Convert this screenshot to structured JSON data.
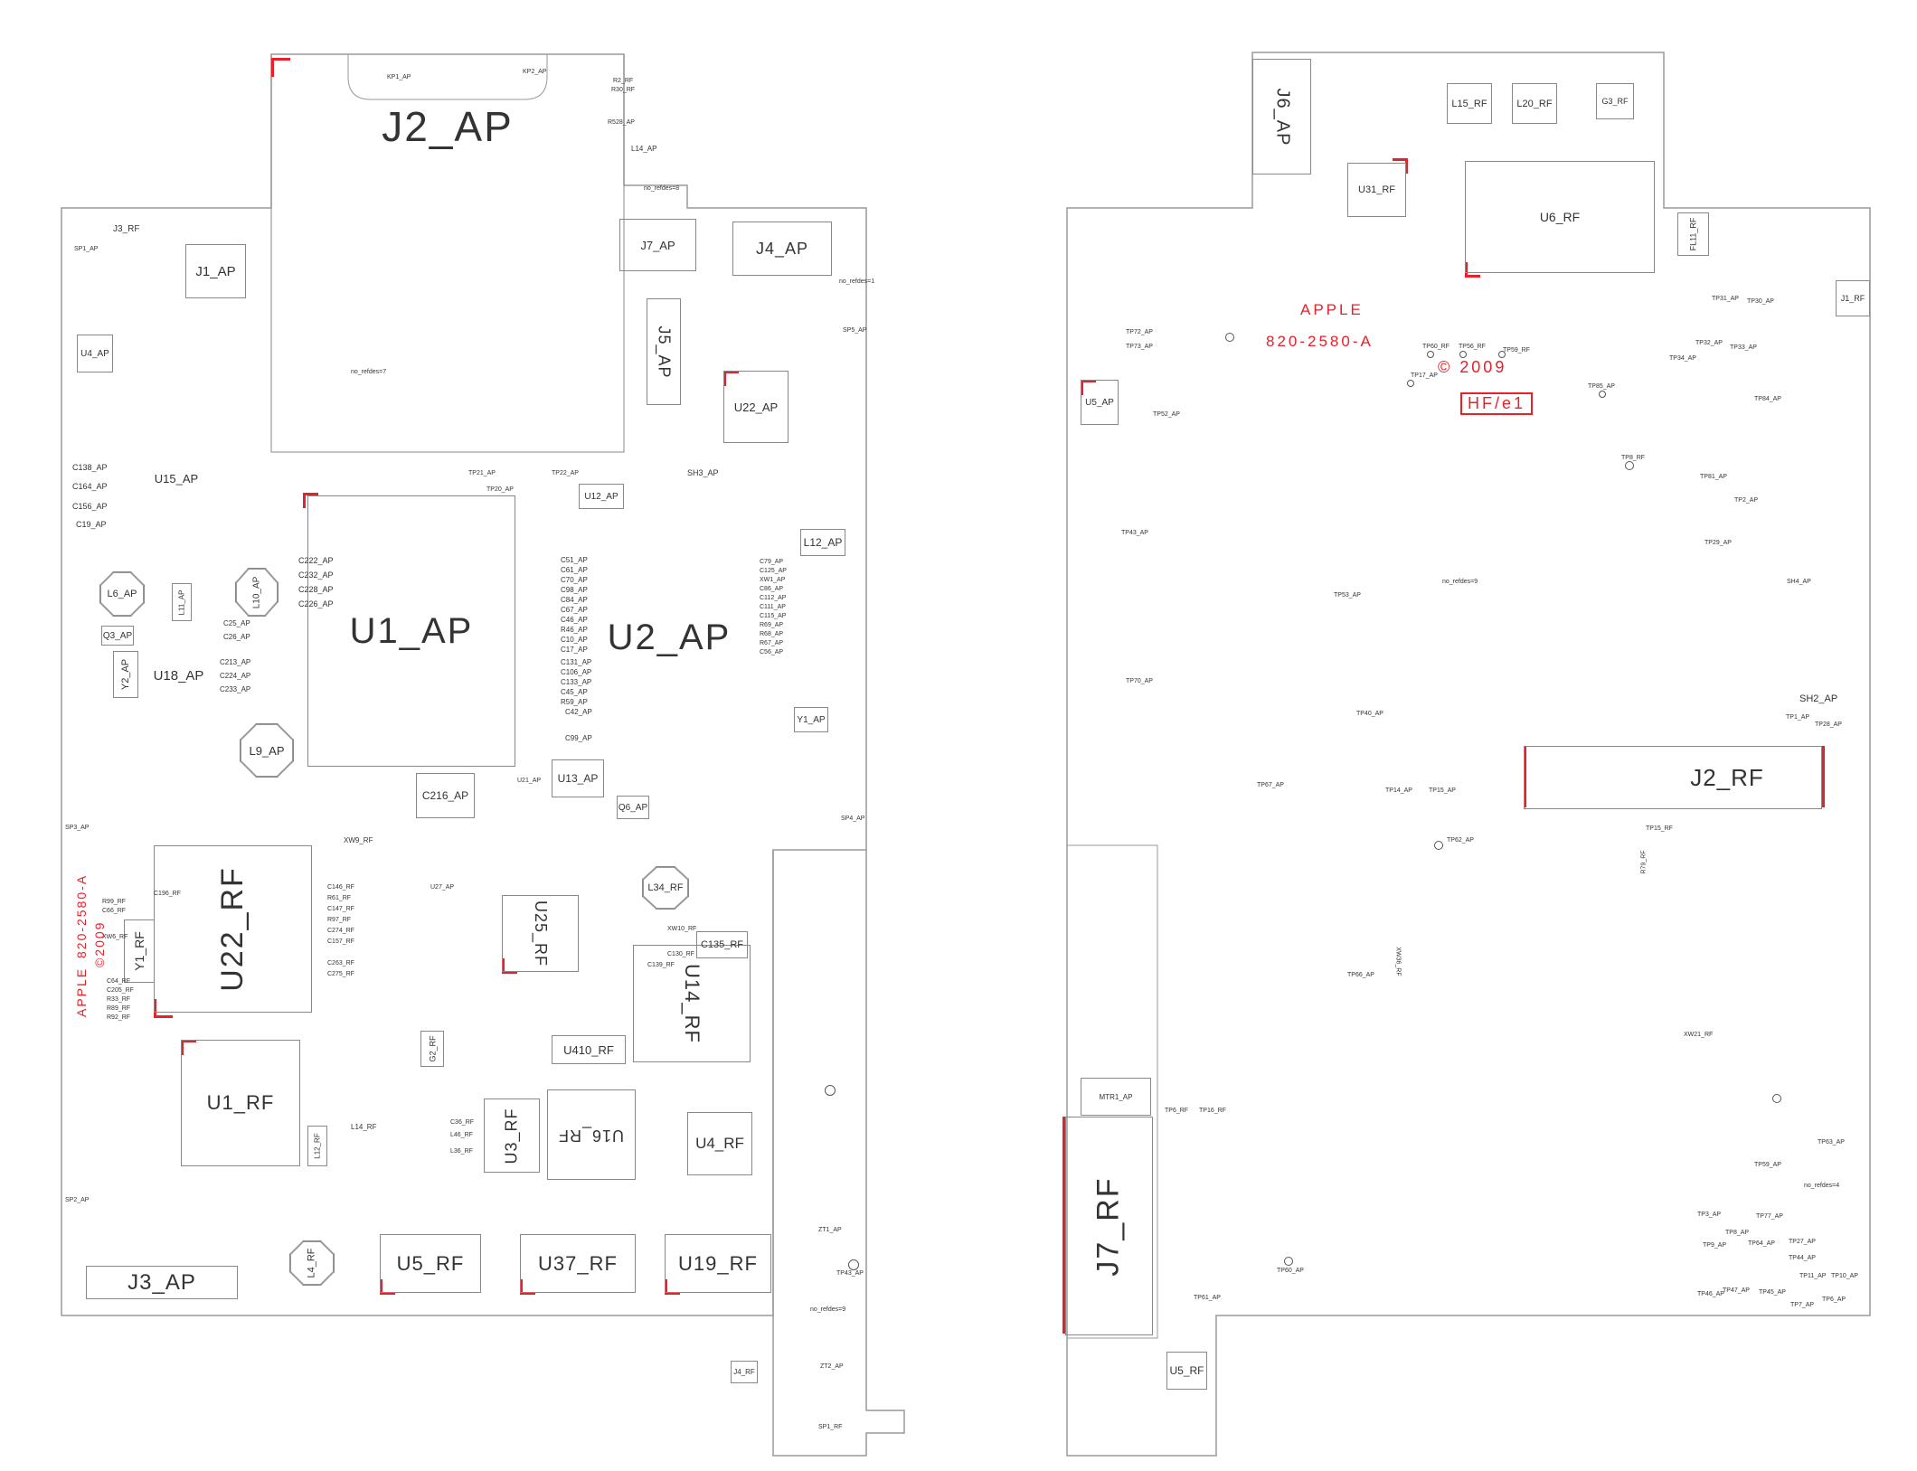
{
  "marking": {
    "brand": "APPLE",
    "part_number": "820-2580-A",
    "copyright_symbol": "©",
    "year": "2009",
    "revision": "HF/e1",
    "left_brand": "APPLE",
    "left_part_number": "820-2580-A",
    "left_copyright": "©2009"
  },
  "colors": {
    "accent_red": "#e8202a",
    "outline": "#888888"
  },
  "left_board": {
    "major": [
      "J2_AP",
      "J7_AP",
      "J4_AP",
      "J5_AP",
      "J1_AP",
      "J3_RF",
      "U4_AP",
      "U15_AP",
      "U1_AP",
      "U2_AP",
      "U22_AP",
      "L6_AP",
      "L10_AP",
      "U18_AP",
      "L9_AP",
      "C216_AP",
      "U13_AP",
      "U12_AP",
      "L12_AP",
      "Y1_AP",
      "U22_RF",
      "U1_RF",
      "U25_RF",
      "U14_RF",
      "C135_RF",
      "L34_RF",
      "U410_RF",
      "U16_RF",
      "U3_RF",
      "U4_RF",
      "U5_RF",
      "U37_RF",
      "U19_RF",
      "J3_AP",
      "L4_RF",
      "Y1_RF",
      "Y2_AP",
      "Q3_AP",
      "L11_AP",
      "L14_AP",
      "SH3_AP",
      "Q6_AP",
      "G2_RF",
      "L12_RF",
      "L14_RF",
      "XW9_RF",
      "J4_RF"
    ],
    "small": [
      "KP1_AP",
      "KP2_AP",
      "R2_RF",
      "R30_RF",
      "R528_AP",
      "no_refdes=8",
      "no_refdes=7",
      "no_refdes=1",
      "no_refdes=9",
      "SP1_AP",
      "SP2_AP",
      "SP3_AP",
      "SP4_AP",
      "SP5_AP",
      "SP1_RF",
      "TP21_AP",
      "TP20_AP",
      "TP22_AP",
      "TP43_AP",
      "ZT1_AP",
      "ZT2_AP",
      "C138_AP",
      "C164_AP",
      "C156_AP",
      "C19_AP",
      "C222_AP",
      "C232_AP",
      "C228_AP",
      "C226_AP",
      "C25_AP",
      "C26_AP",
      "C213_AP",
      "C224_AP",
      "C233_AP",
      "C51_AP",
      "C61_AP",
      "C70_AP",
      "C98_AP",
      "C84_AP",
      "C67_AP",
      "C46_AP",
      "R46_AP",
      "C10_AP",
      "C17_AP",
      "C131_AP",
      "C106_AP",
      "C133_AP",
      "C45_AP",
      "R59_AP",
      "C42_AP",
      "C99_AP",
      "C79_AP",
      "C125_AP",
      "XW1_AP",
      "C86_AP",
      "C112_AP",
      "C111_AP",
      "C115_AP",
      "R69_AP",
      "R68_AP",
      "R67_AP",
      "C56_AP",
      "C146_RF",
      "R61_RF",
      "C147_RF",
      "R97_RF",
      "C274_RF",
      "C157_RF",
      "C263_RF",
      "C275_RF",
      "R99_RF",
      "C66_RF",
      "C64_RF",
      "C205_RF",
      "R33_RF",
      "R89_RF",
      "R92_RF",
      "XW6_RF",
      "L36_RF",
      "L46_RF",
      "C36_RF",
      "C196_RF",
      "XW10_RF",
      "C130_RF",
      "C139_RF",
      "U27_AP",
      "U21_AP"
    ]
  },
  "right_board": {
    "major": [
      "J6_AP",
      "L15_RF",
      "L20_RF",
      "G3_RF",
      "U31_RF",
      "U6_RF",
      "FL11_RF",
      "J1_RF",
      "U5_AP",
      "J2_RF",
      "SH2_AP",
      "J7_RF",
      "MTR1_AP",
      "U5_RF"
    ],
    "small": [
      "TP60_RF",
      "TP56_RF",
      "TP59_RF",
      "TP17_AP",
      "TP85_AP",
      "TP2_AP",
      "TP31_AP",
      "TP30_AP",
      "TP32_AP",
      "TP33_AP",
      "TP34_AP",
      "TP84_AP",
      "TP81_AP",
      "TP29_AP",
      "TP8_RF",
      "TP53_AP",
      "TP1_AP",
      "TP28_AP",
      "TP15_RF",
      "TP62_AP",
      "TP14_AP",
      "TP15_AP",
      "TP66_AP",
      "XW36_RF",
      "XW21_RF",
      "TP6_RF",
      "TP16_RF",
      "TP60_AP",
      "TP61_AP",
      "TP59_AP",
      "TP63_AP",
      "TP3_AP",
      "TP8_AP",
      "TP9_AP",
      "TP27_AP",
      "TP77_AP",
      "TP64_AP",
      "TP44_AP",
      "TP11_AP",
      "TP10_AP",
      "TP46_AP",
      "TP47_AP",
      "TP45_AP",
      "TP7_AP",
      "TP6_AP",
      "no_refdes=9",
      "no_refdes=4",
      "TP67_AP",
      "TP40_AP",
      "TP43_AP",
      "TP72_AP",
      "TP73_AP",
      "TP70_AP",
      "TP52_AP",
      "SH4_AP",
      "R79_RF"
    ]
  }
}
